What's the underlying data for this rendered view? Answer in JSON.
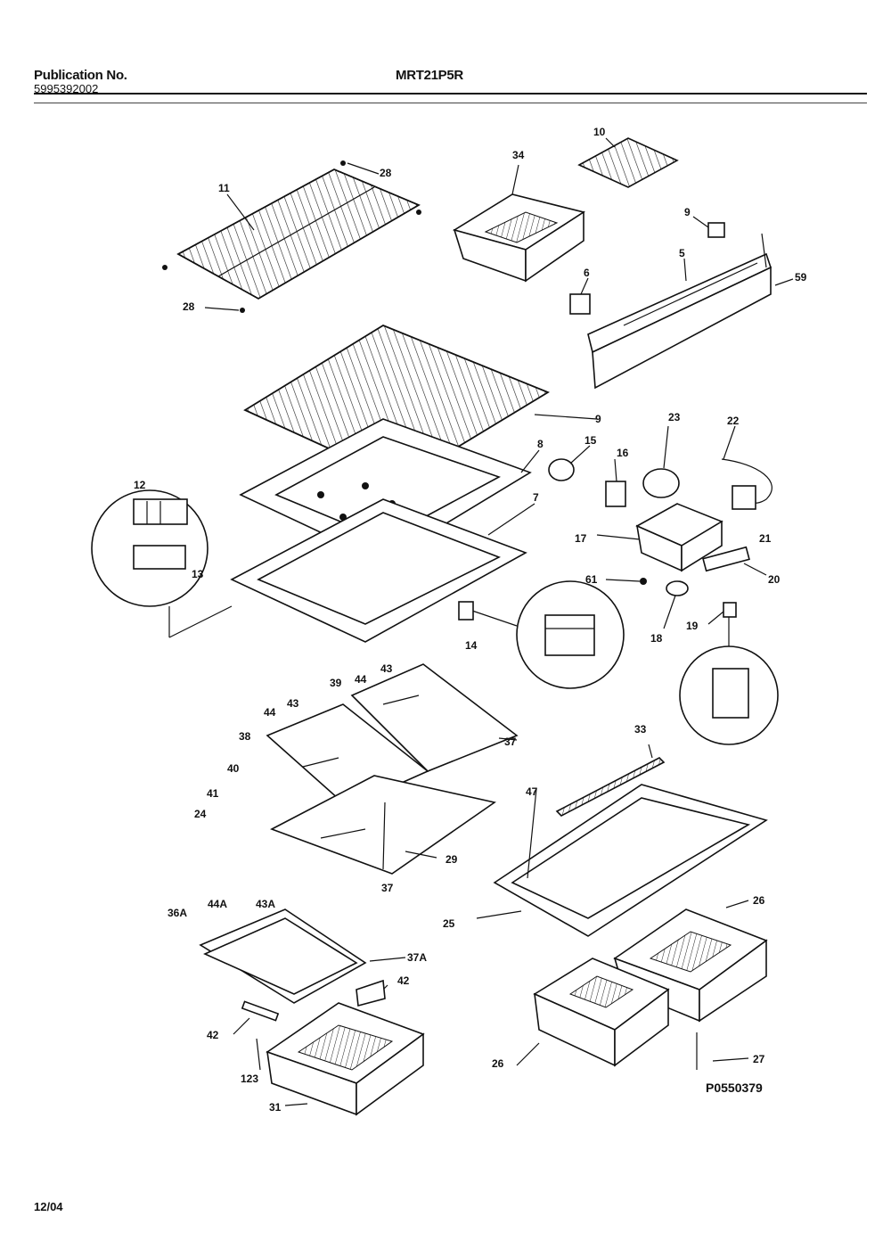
{
  "header": {
    "publication_label": "Publication No.",
    "publication_number": "5995392002",
    "model": "MRT21P5R"
  },
  "labels": [
    "34",
    "10",
    "11",
    "28",
    "9",
    "5",
    "6",
    "59",
    "28",
    "9",
    "8",
    "15",
    "16",
    "23",
    "22",
    "12",
    "13",
    "7",
    "17",
    "21",
    "61",
    "20",
    "14",
    "18",
    "19",
    "43",
    "44",
    "39",
    "44",
    "43",
    "37",
    "38",
    "40",
    "41",
    "24",
    "29",
    "37",
    "33",
    "47",
    "43A",
    "44A",
    "36A",
    "37A",
    "42",
    "25",
    "26",
    "42",
    "123",
    "31",
    "26",
    "27"
  ],
  "footer": {
    "part_code": "P0550379",
    "date": "12/04"
  }
}
